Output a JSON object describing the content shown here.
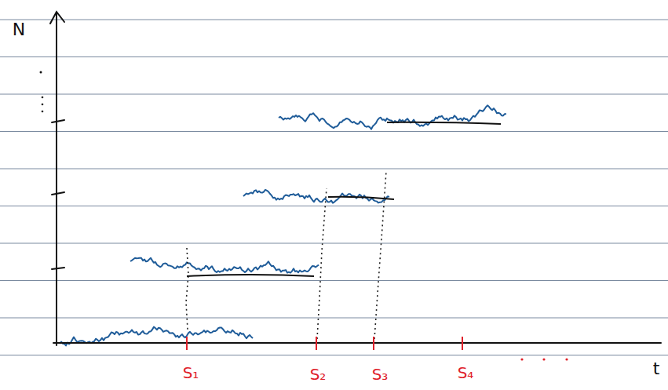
{
  "diagram": {
    "labels": [
      "N",
      "t",
      "S₁",
      "S₂",
      "S₃",
      "S₄"
    ]
  }
}
